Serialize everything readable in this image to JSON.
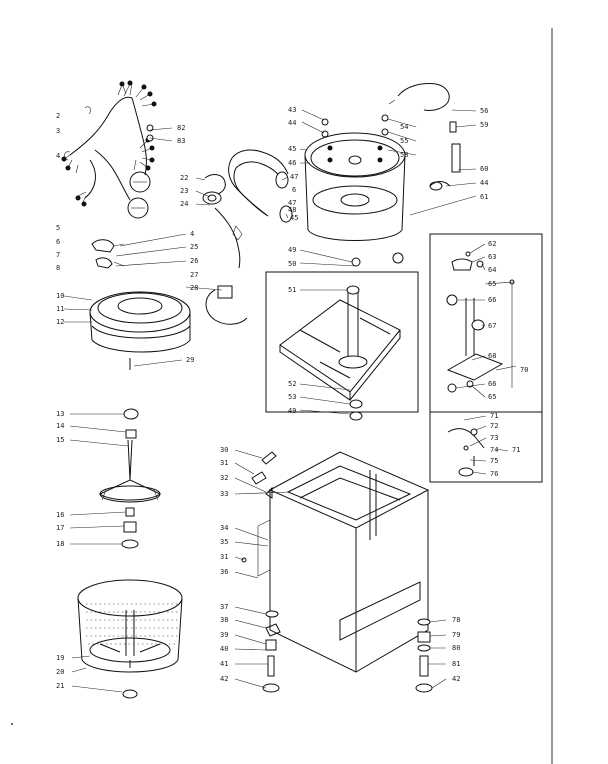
{
  "diagram": {
    "callouts": [
      {
        "n": "2"
      },
      {
        "n": "3"
      },
      {
        "n": "4"
      },
      {
        "n": "82"
      },
      {
        "n": "83"
      },
      {
        "n": "22"
      },
      {
        "n": "23"
      },
      {
        "n": "24"
      },
      {
        "n": "47"
      },
      {
        "n": "6"
      },
      {
        "n": "45"
      },
      {
        "n": "5"
      },
      {
        "n": "6"
      },
      {
        "n": "7"
      },
      {
        "n": "8"
      },
      {
        "n": "4"
      },
      {
        "n": "25"
      },
      {
        "n": "26"
      },
      {
        "n": "27"
      },
      {
        "n": "28"
      },
      {
        "n": "10"
      },
      {
        "n": "11"
      },
      {
        "n": "12"
      },
      {
        "n": "29"
      },
      {
        "n": "43"
      },
      {
        "n": "44"
      },
      {
        "n": "45"
      },
      {
        "n": "46"
      },
      {
        "n": "47"
      },
      {
        "n": "48"
      },
      {
        "n": "49"
      },
      {
        "n": "50"
      },
      {
        "n": "51"
      },
      {
        "n": "52"
      },
      {
        "n": "53"
      },
      {
        "n": "49"
      },
      {
        "n": "56"
      },
      {
        "n": "59"
      },
      {
        "n": "54"
      },
      {
        "n": "55"
      },
      {
        "n": "58"
      },
      {
        "n": "60"
      },
      {
        "n": "44"
      },
      {
        "n": "61"
      },
      {
        "n": "62"
      },
      {
        "n": "63"
      },
      {
        "n": "64"
      },
      {
        "n": "65"
      },
      {
        "n": "66"
      },
      {
        "n": "67"
      },
      {
        "n": "68"
      },
      {
        "n": "70"
      },
      {
        "n": "66"
      },
      {
        "n": "65"
      },
      {
        "n": "71"
      },
      {
        "n": "72"
      },
      {
        "n": "73"
      },
      {
        "n": "71"
      },
      {
        "n": "74"
      },
      {
        "n": "75"
      },
      {
        "n": "76"
      },
      {
        "n": "13"
      },
      {
        "n": "14"
      },
      {
        "n": "15"
      },
      {
        "n": "16"
      },
      {
        "n": "17"
      },
      {
        "n": "18"
      },
      {
        "n": "19"
      },
      {
        "n": "20"
      },
      {
        "n": "21"
      },
      {
        "n": "30"
      },
      {
        "n": "31"
      },
      {
        "n": "32"
      },
      {
        "n": "33"
      },
      {
        "n": "34"
      },
      {
        "n": "35"
      },
      {
        "n": "31"
      },
      {
        "n": "36"
      },
      {
        "n": "37"
      },
      {
        "n": "38"
      },
      {
        "n": "39"
      },
      {
        "n": "40"
      },
      {
        "n": "41"
      },
      {
        "n": "42"
      },
      {
        "n": "78"
      },
      {
        "n": "79"
      },
      {
        "n": "80"
      },
      {
        "n": "81"
      },
      {
        "n": "42"
      }
    ]
  }
}
